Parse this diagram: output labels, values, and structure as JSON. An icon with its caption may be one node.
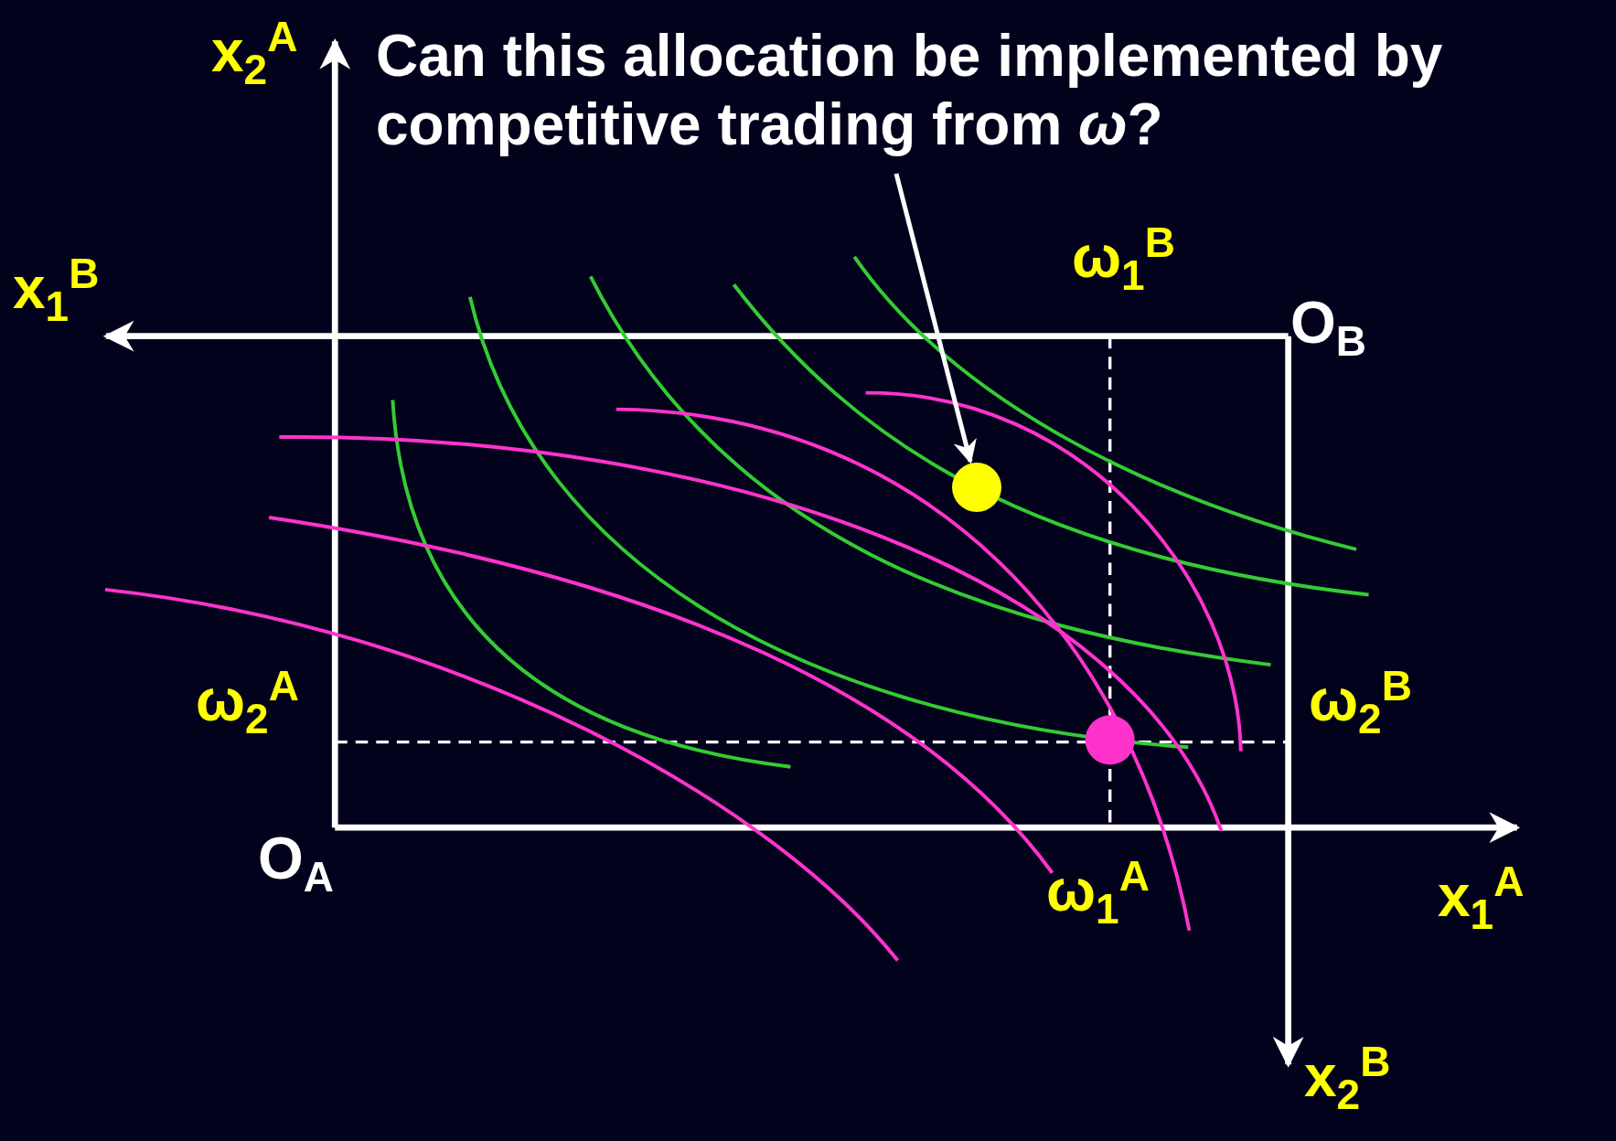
{
  "diagram": {
    "nodes": [
      {
        "text": [
          "Can this allocation be implemented by competitive trading from *ω*?"
        ]
      },
      {
        "text": [],
        "shape": "circle"
      }
    ],
    "edges": [
      {
        "from": 0,
        "to": 1,
        "arrow": "to"
      }
    ],
    "labels": [
      "x$_{2}$$^{A}$",
      "ω$_{1}$$^{B}$",
      "O$_{B}$",
      "x$_{1}$$^{B}$",
      "ω$_{2}$$^{A}$",
      "ω$_{2}$$^{B}$",
      "O$_{A}$",
      "ω$_{1}$$^{A}$",
      "x$_{1}$$^{A}$",
      "x$_{2}$$^{B}$"
    ]
  }
}
